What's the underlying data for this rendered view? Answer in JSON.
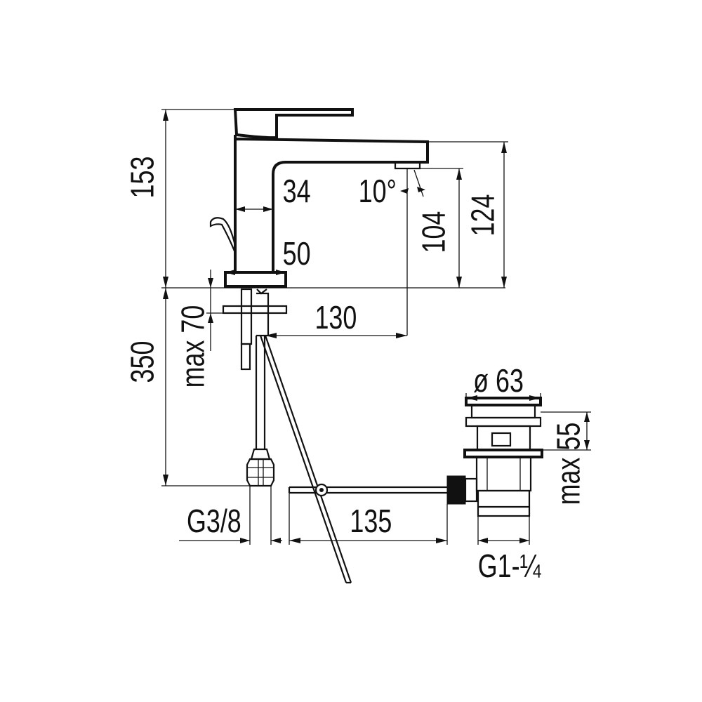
{
  "labels": {
    "height_total": "153",
    "height_spout": "124",
    "height_outlet": "104",
    "body_depth": "34",
    "base_width": "50",
    "spout_angle": "10°",
    "spout_reach": "130",
    "hose_length": "350",
    "deck_thickness": "max 70",
    "hose_connection": "G3/8",
    "rod_length": "135",
    "waste_diameter": "ø 63",
    "waste_height": "max 55",
    "waste_thread": "G1-¼"
  },
  "colors": {
    "line": "#111111",
    "background": "#ffffff"
  }
}
